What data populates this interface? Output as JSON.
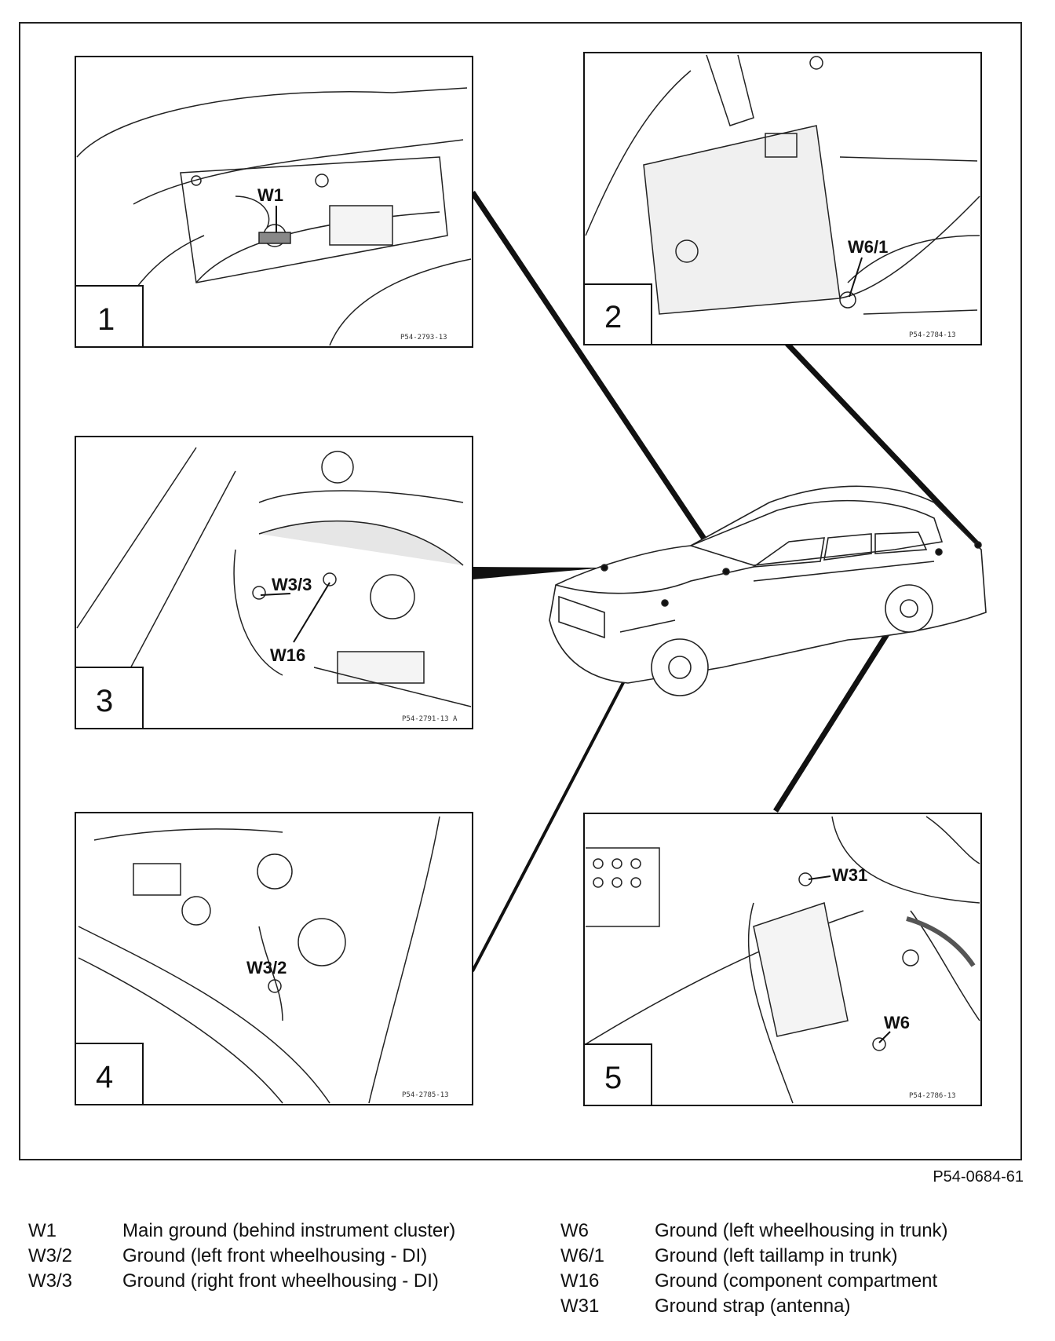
{
  "figure_id": "P54-0684-61",
  "panels": [
    {
      "number": "1",
      "code": "P54-2793-13",
      "callouts": [
        "W1"
      ]
    },
    {
      "number": "2",
      "code": "P54-2784-13",
      "callouts": [
        "W6/1"
      ]
    },
    {
      "number": "3",
      "code": "P54-2791-13 A",
      "callouts": [
        "W3/3",
        "W16"
      ]
    },
    {
      "number": "4",
      "code": "P54-2785-13",
      "callouts": [
        "W3/2"
      ]
    },
    {
      "number": "5",
      "code": "P54-2786-13",
      "callouts": [
        "W31",
        "W6"
      ]
    }
  ],
  "legend": {
    "left": [
      {
        "code": "W1",
        "desc": "Main ground (behind instrument cluster)"
      },
      {
        "code": "W3/2",
        "desc": "Ground (left front wheelhousing - DI)"
      },
      {
        "code": "W3/3",
        "desc": "Ground (right front wheelhousing - DI)"
      }
    ],
    "right": [
      {
        "code": "W6",
        "desc": "Ground (left wheelhousing in trunk)"
      },
      {
        "code": "W6/1",
        "desc": "Ground (left taillamp in trunk)"
      },
      {
        "code": "W16",
        "desc": "Ground (component compartment"
      },
      {
        "code": "W31",
        "desc": "Ground strap (antenna)"
      }
    ]
  }
}
